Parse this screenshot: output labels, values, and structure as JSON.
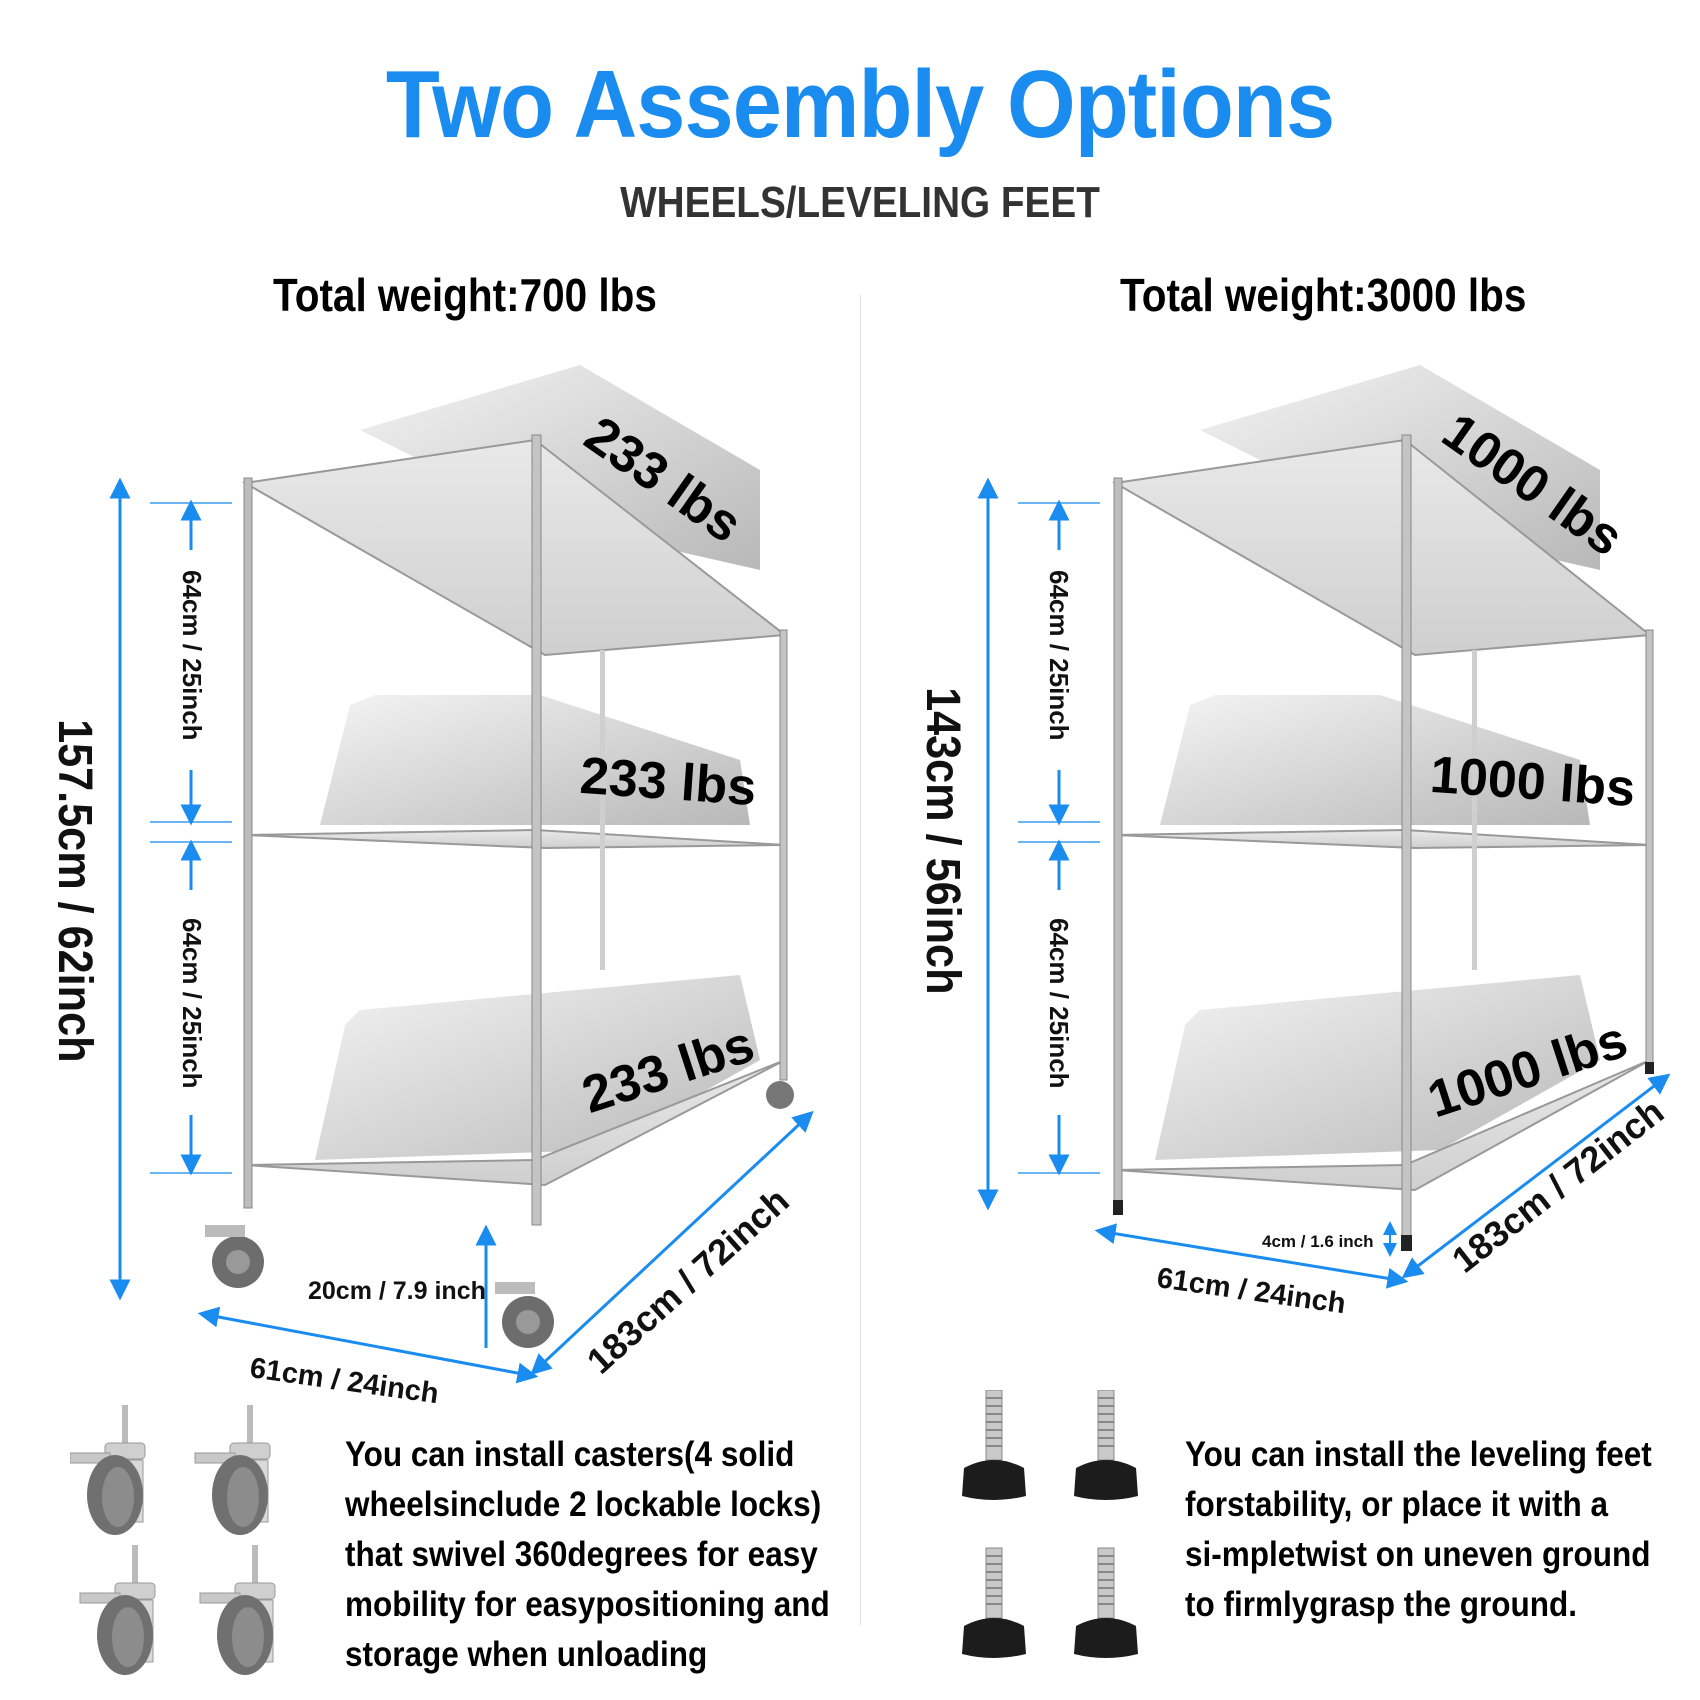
{
  "header": {
    "title": "Two Assembly Options",
    "subtitle": "WHEELS/LEVELING FEET"
  },
  "colors": {
    "title_blue": "#1a8cf0",
    "arrow_blue": "#1a8cf0",
    "text_dark": "#000000",
    "subtitle_gray": "#333333"
  },
  "left_option": {
    "total_weight": "Total weight:700 lbs",
    "shelf_loads": [
      "233 lbs",
      "233 lbs",
      "233 lbs"
    ],
    "height_total": "157.5cm / 62inch",
    "shelf_gap_upper": "64cm / 25inch",
    "shelf_gap_lower": "64cm / 25inch",
    "ground_clearance": "20cm / 7.9 inch",
    "depth": "61cm / 24inch",
    "width": "183cm / 72inch",
    "accessory_icon": "caster-wheel-icon",
    "description": [
      "You can install casters(4 solid",
      "wheelsinclude 2 lockable locks)",
      "that swivel 360degrees for easy",
      "mobility for easypositioning and",
      "storage when unloading"
    ]
  },
  "right_option": {
    "total_weight": "Total weight:3000 lbs",
    "shelf_loads": [
      "1000 lbs",
      "1000 lbs",
      "1000 lbs"
    ],
    "height_total": "143cm / 56inch",
    "shelf_gap_upper": "64cm / 25inch",
    "shelf_gap_lower": "64cm / 25inch",
    "foot_height": "4cm / 1.6 inch",
    "depth": "61cm / 24inch",
    "width": "183cm / 72inch",
    "accessory_icon": "leveling-foot-icon",
    "description": [
      "You can install the leveling feet",
      "forstability, or place it with a",
      "si-mpletwist on uneven ground",
      "to firmlygrasp the ground."
    ]
  }
}
